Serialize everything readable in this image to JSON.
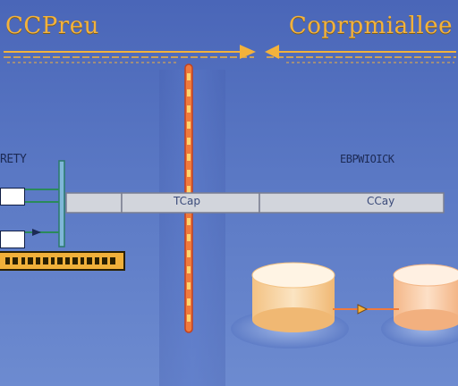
{
  "titles": {
    "left": "CCPreu",
    "right": "Coprpmiallee"
  },
  "labels": {
    "left_small": "RETY",
    "right_small": "EBPWIOICK"
  },
  "bar_labels": {
    "left": "TCap",
    "right": "CCay"
  },
  "colors": {
    "accent_orange": "#f3b23c",
    "chain_orange": "#ef6a32",
    "bar_gray": "#d2d5dc",
    "cylinder_cream": "#f5cf9a",
    "background": "#5a78c4"
  }
}
